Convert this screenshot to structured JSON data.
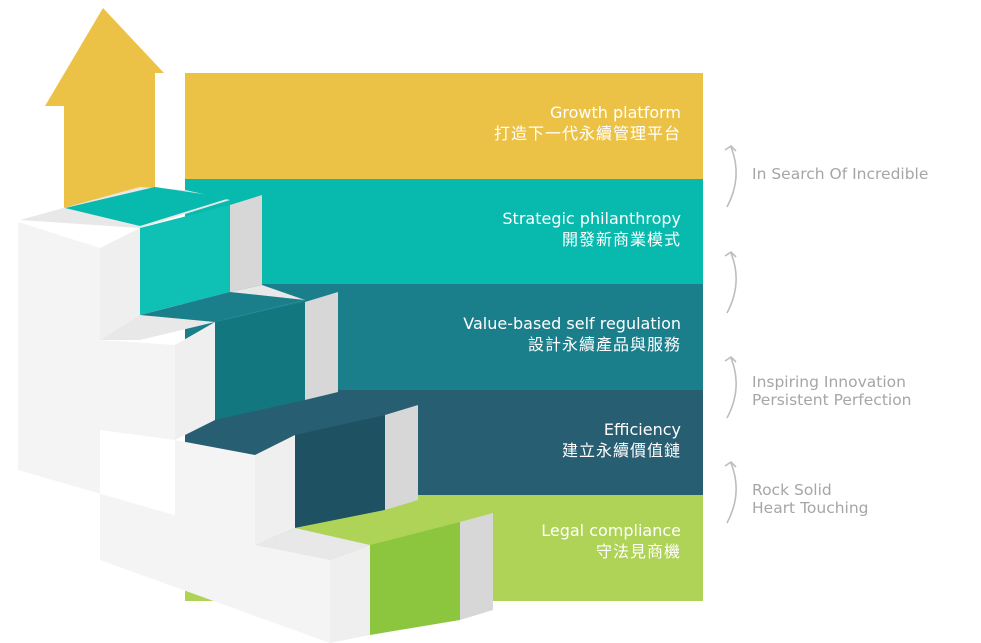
{
  "levels": [
    {
      "en": "Growth platform",
      "zh": "打造下一代永續管理平台",
      "color": "#ECC246"
    },
    {
      "en": "Strategic philanthropy",
      "zh": "開發新商業模式",
      "color": "#08BAAE"
    },
    {
      "en": "Value-based self regulation",
      "zh": "設計永續產品與服務",
      "color": "#1B7E8B"
    },
    {
      "en": "Efficiency",
      "zh": "建立永續價值鏈",
      "color": "#285E72"
    },
    {
      "en": "Legal compliance",
      "zh": "守法見商機",
      "color": "#AED357"
    }
  ],
  "notes": [
    {
      "line1": "In Search Of Incredible",
      "line2": ""
    },
    {
      "line1": "",
      "line2": ""
    },
    {
      "line1": "Inspiring Innovation",
      "line2": "Persistent Perfection"
    },
    {
      "line1": "Rock Solid",
      "line2": "Heart Touching"
    }
  ],
  "colors": {
    "arrow": "#ECC246",
    "step_top": "#EBEBEB",
    "step_front": "#F6F6F6",
    "step_side": "#D9D9D9",
    "arc": "#BDBDBD",
    "note_text": "#A6A6A6"
  }
}
